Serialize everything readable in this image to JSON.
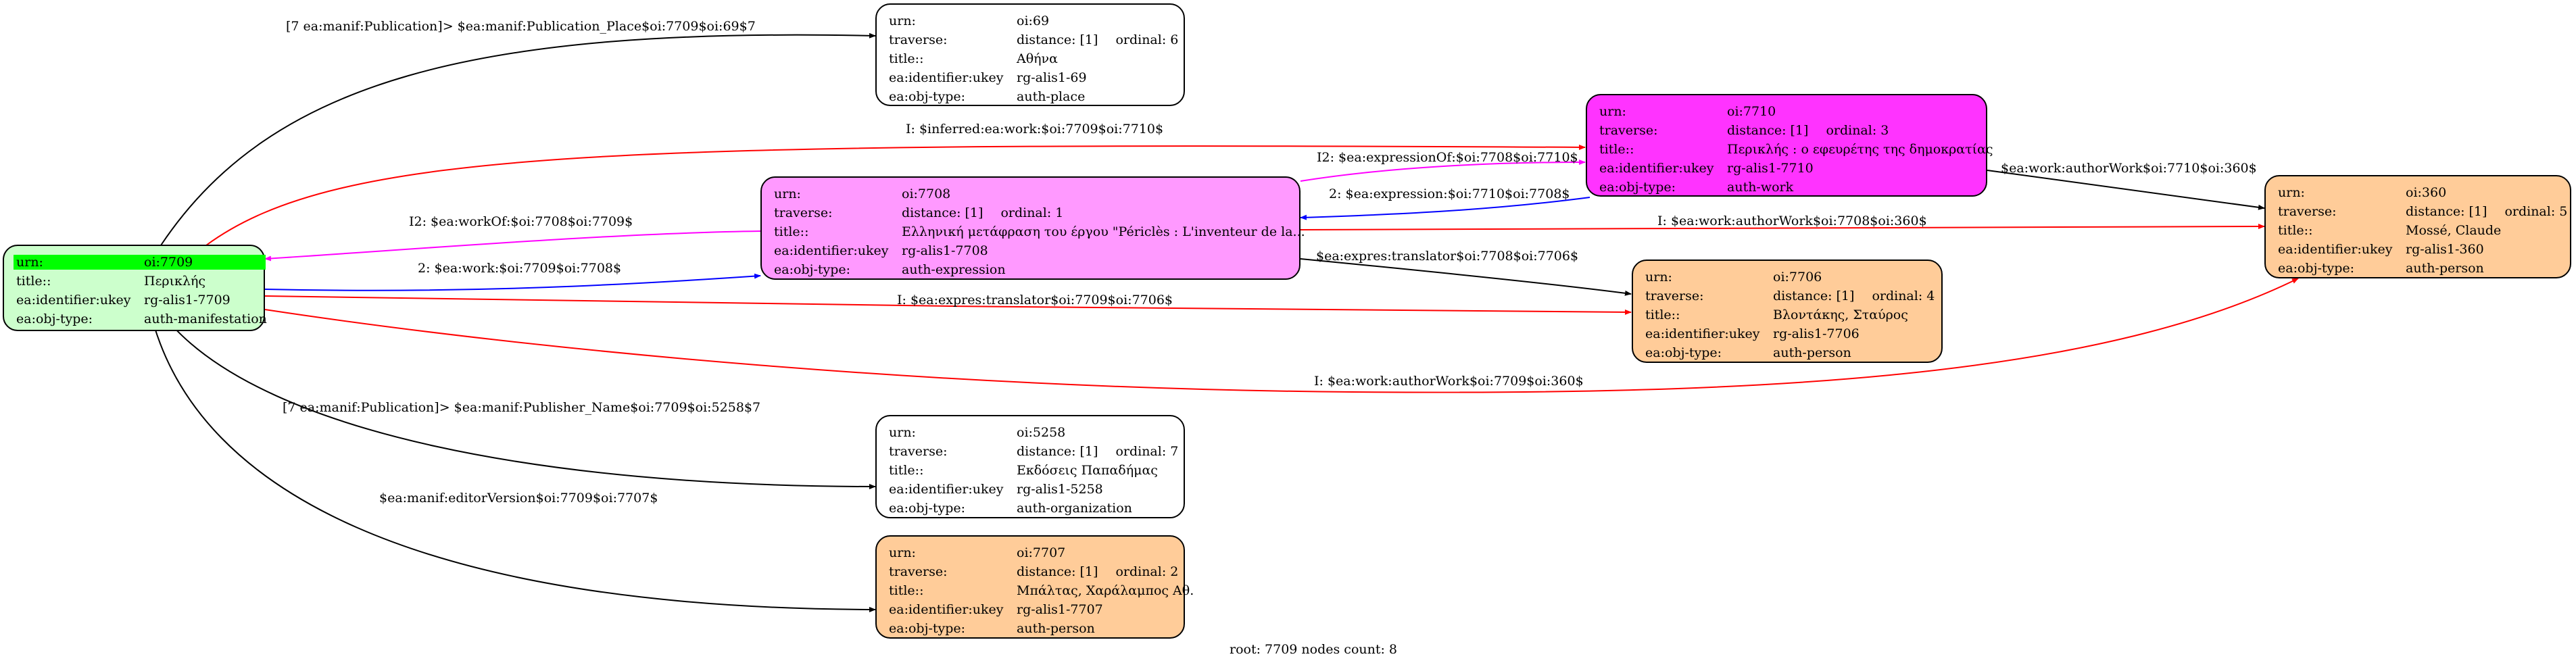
{
  "colors": {
    "root_fill": "#ccffcc",
    "root_highlight": "#00ff00",
    "place_fill": "#ffffff",
    "person_fill": "#ffcc99",
    "expression_fill": "#ff99ff",
    "work_fill": "#ff33ff",
    "edge_black": "#000000",
    "edge_red": "#ff0000",
    "edge_blue": "#0000ff",
    "edge_magenta": "#ff00ff"
  },
  "nodes": {
    "root": {
      "urn_key": "urn:",
      "urn": "oi:7709",
      "title_key": "title::",
      "title": "Περικλής",
      "ukey_key": "ea:identifier:ukey",
      "ukey": "rg-alis1-7709",
      "type_key": "ea:obj-type:",
      "type": "auth-manifestation"
    },
    "n69": {
      "urn_key": "urn:",
      "urn": "oi:69",
      "traverse_key": "traverse:",
      "distance": "distance: [1]",
      "ordinal": "ordinal: 6",
      "title_key": "title::",
      "title": "Αθήνα",
      "ukey_key": "ea:identifier:ukey",
      "ukey": "rg-alis1-69",
      "type_key": "ea:obj-type:",
      "type": "auth-place"
    },
    "n7710": {
      "urn_key": "urn:",
      "urn": "oi:7710",
      "traverse_key": "traverse:",
      "distance": "distance: [1]",
      "ordinal": "ordinal: 3",
      "title_key": "title::",
      "title": "Περικλής : ο εφευρέτης της δημοκρατίας",
      "ukey_key": "ea:identifier:ukey",
      "ukey": "rg-alis1-7710",
      "type_key": "ea:obj-type:",
      "type": "auth-work"
    },
    "n7708": {
      "urn_key": "urn:",
      "urn": "oi:7708",
      "traverse_key": "traverse:",
      "distance": "distance: [1]",
      "ordinal": "ordinal: 1",
      "title_key": "title::",
      "title": "Ελληνική μετάφραση του έργου \"Périclès : L'inventeur de la...",
      "ukey_key": "ea:identifier:ukey",
      "ukey": "rg-alis1-7708",
      "type_key": "ea:obj-type:",
      "type": "auth-expression"
    },
    "n360": {
      "urn_key": "urn:",
      "urn": "oi:360",
      "traverse_key": "traverse:",
      "distance": "distance: [1]",
      "ordinal": "ordinal: 5",
      "title_key": "title::",
      "title": "Mossé, Claude",
      "ukey_key": "ea:identifier:ukey",
      "ukey": "rg-alis1-360",
      "type_key": "ea:obj-type:",
      "type": "auth-person"
    },
    "n7706": {
      "urn_key": "urn:",
      "urn": "oi:7706",
      "traverse_key": "traverse:",
      "distance": "distance: [1]",
      "ordinal": "ordinal: 4",
      "title_key": "title::",
      "title": "Βλοντάκης, Σταύρος",
      "ukey_key": "ea:identifier:ukey",
      "ukey": "rg-alis1-7706",
      "type_key": "ea:obj-type:",
      "type": "auth-person"
    },
    "n5258": {
      "urn_key": "urn:",
      "urn": "oi:5258",
      "traverse_key": "traverse:",
      "distance": "distance: [1]",
      "ordinal": "ordinal: 7",
      "title_key": "title::",
      "title": "Εκδόσεις Παπαδήμας",
      "ukey_key": "ea:identifier:ukey",
      "ukey": "rg-alis1-5258",
      "type_key": "ea:obj-type:",
      "type": "auth-organization"
    },
    "n7707": {
      "urn_key": "urn:",
      "urn": "oi:7707",
      "traverse_key": "traverse:",
      "distance": "distance: [1]",
      "ordinal": "ordinal: 2",
      "title_key": "title::",
      "title": "Μπάλτας, Χαράλαμπος Αθ.",
      "ukey_key": "ea:identifier:ukey",
      "ukey": "rg-alis1-7707",
      "type_key": "ea:obj-type:",
      "type": "auth-person"
    }
  },
  "edges": {
    "publication_place": "[7 ea:manif:Publication]> $ea:manif:Publication_Place$oi:7709$oi:69$7",
    "inferred_work": "I: $inferred:ea:work:$oi:7709$oi:7710$",
    "expression_of": "I2: $ea:expressionOf:$oi:7708$oi:7710$",
    "expression": "2: $ea:expression:$oi:7710$oi:7708$",
    "author_work_7710": "$ea:work:authorWork$oi:7710$oi:360$",
    "author_work_7708": "I: $ea:work:authorWork$oi:7708$oi:360$",
    "work_of": "I2: $ea:workOf:$oi:7708$oi:7709$",
    "work": "2: $ea:work:$oi:7709$oi:7708$",
    "expres_translator_7708": "$ea:expres:translator$oi:7708$oi:7706$",
    "expres_translator_7709": "I: $ea:expres:translator$oi:7709$oi:7706$",
    "author_work_7709": "I: $ea:work:authorWork$oi:7709$oi:360$",
    "publisher_name": "[7 ea:manif:Publication]> $ea:manif:Publisher_Name$oi:7709$oi:5258$7",
    "editor_version": "$ea:manif:editorVersion$oi:7709$oi:7707$"
  },
  "footer": "root: 7709 nodes count: 8"
}
